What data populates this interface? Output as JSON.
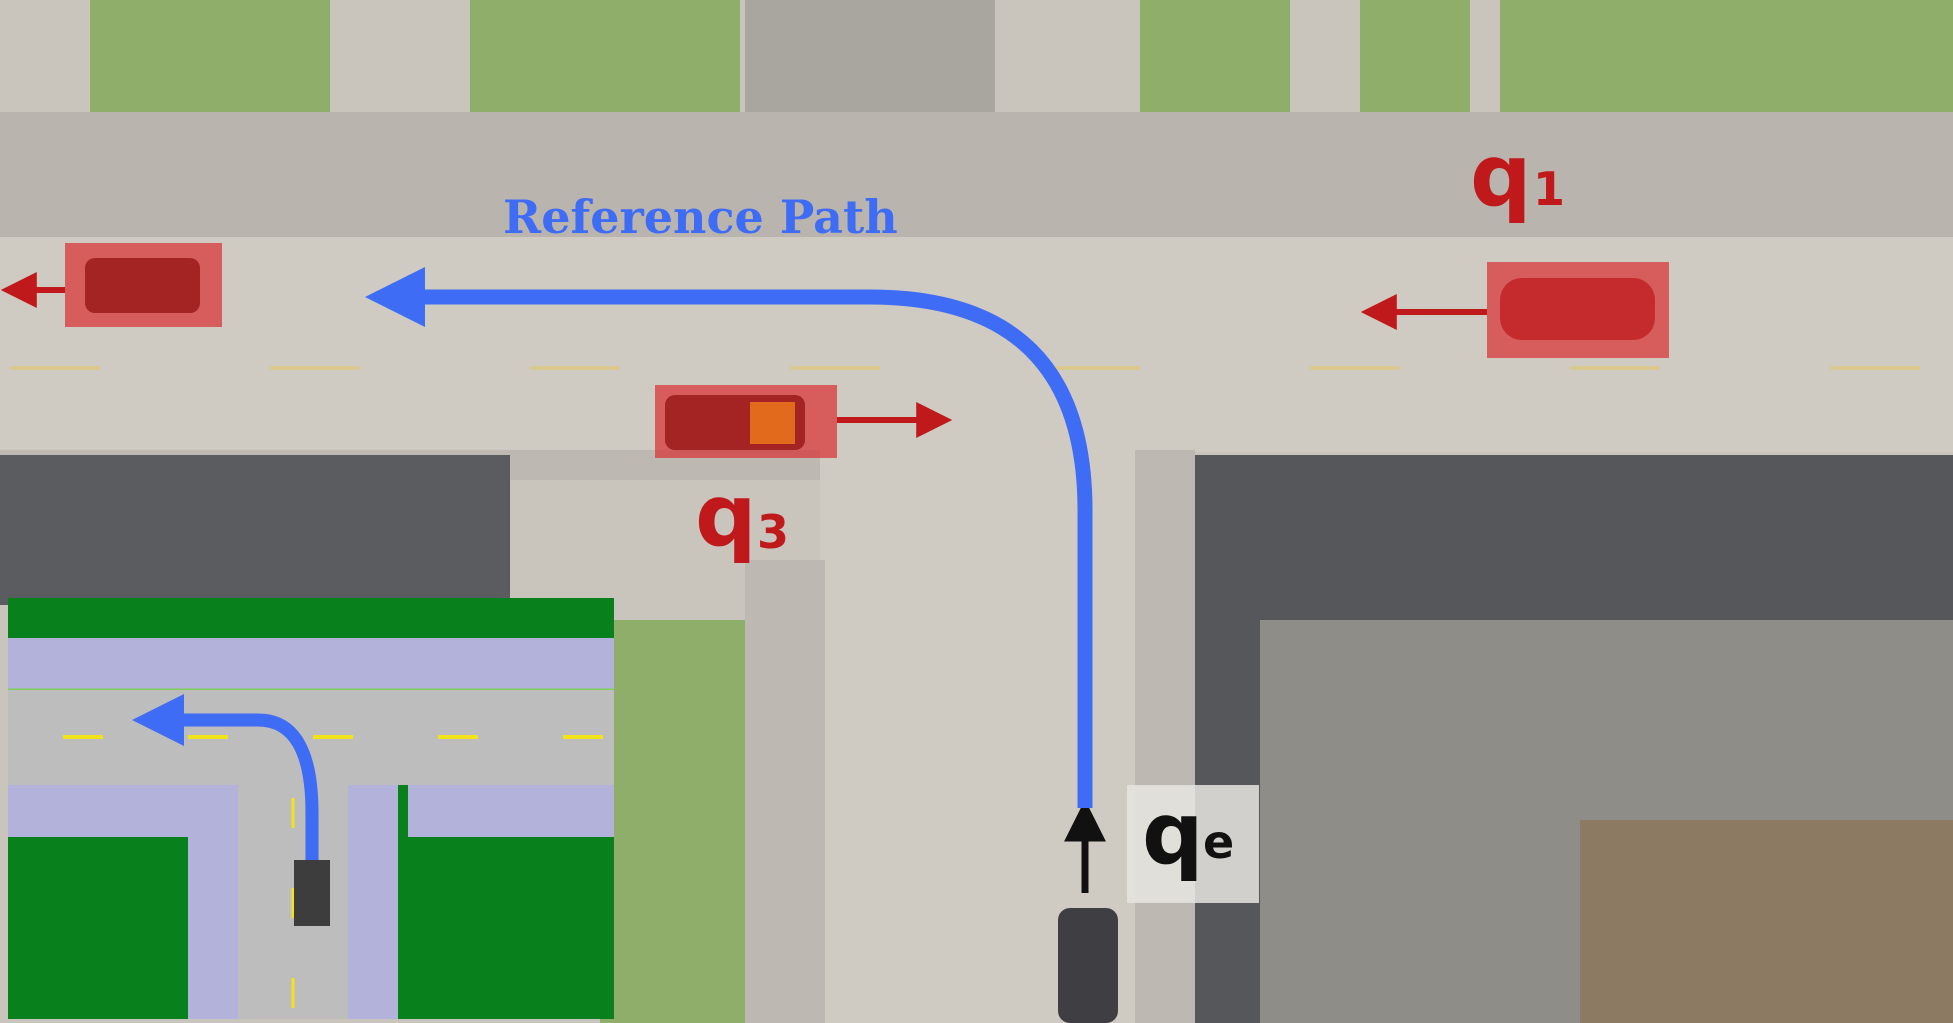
{
  "labels": {
    "reference_path": "Reference Path",
    "q1_main": "q",
    "q1_sub": "1",
    "q3_main": "q",
    "q3_sub": "3",
    "qe_main": "q",
    "qe_sub": "e"
  },
  "colors": {
    "path_blue": "#3f6cf5",
    "other_vehicle_red": "#c0191b",
    "ego_arrow": "#111111",
    "road": "#cbc6be",
    "sidewalk": "#b9b5ae",
    "grass": "#8fae6a",
    "rooftop_dark": "#55575b",
    "inset_road": "#bdbdbd",
    "inset_sidewalk": "#b3b2da",
    "inset_grass": "#08801c",
    "inset_lane_mark": "#f2e21a"
  },
  "vehicles": [
    {
      "id": "q1",
      "heading": "left"
    },
    {
      "id": "q3",
      "heading": "right"
    },
    {
      "id": "left-car",
      "heading": "left"
    },
    {
      "id": "ego",
      "heading": "up"
    }
  ]
}
